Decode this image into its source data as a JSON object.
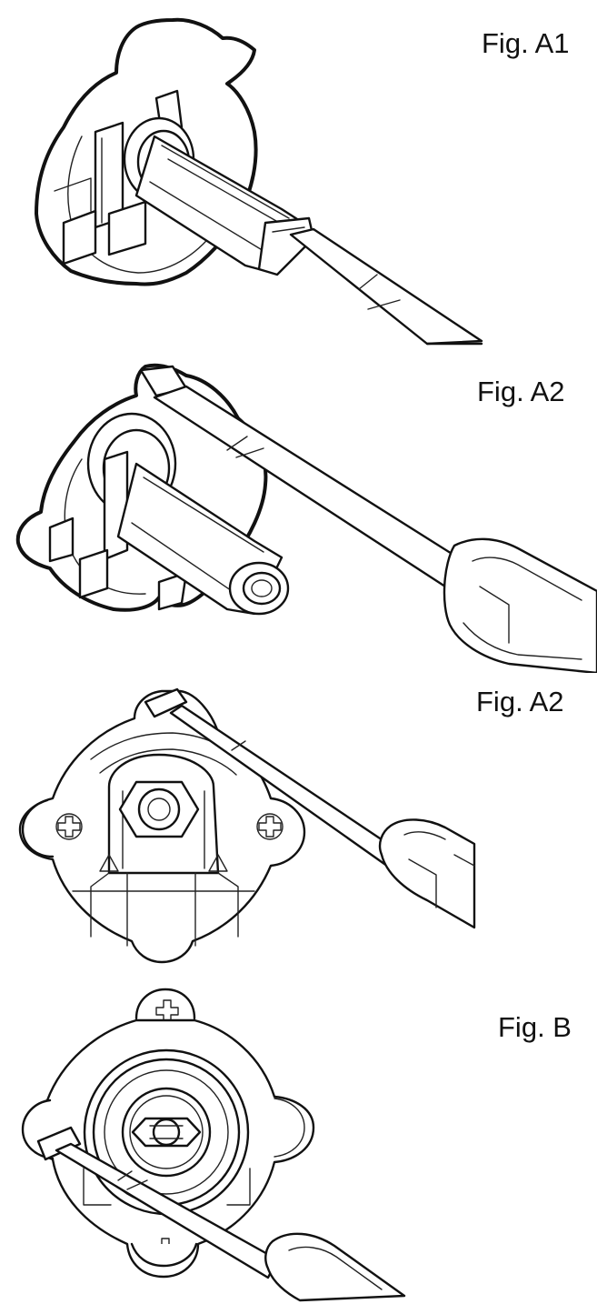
{
  "figures": [
    {
      "label": "Fig. A1",
      "icon": "lamp-socket-with-screwdriver-in-bore"
    },
    {
      "label": "Fig. A2",
      "icon": "lamp-socket-prying-tab-with-screwdriver"
    },
    {
      "label": "Fig. A2",
      "icon": "lamp-socket-front-view-prying-tab"
    },
    {
      "label": "Fig. B",
      "icon": "lamp-socket-rear-view-prying-tab"
    }
  ],
  "colors": {
    "ink": "#111111",
    "background": "#ffffff"
  }
}
